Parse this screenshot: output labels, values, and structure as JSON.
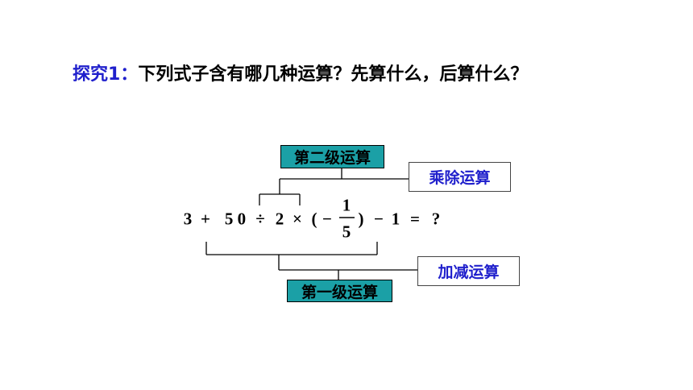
{
  "title": {
    "lead": "探究1：",
    "question": "下列式子含有哪几种运算？先算什么，后算什么？"
  },
  "labels": {
    "second_level": "第二级运算",
    "mult_div": "乘除运算",
    "add_sub": "加减运算",
    "first_level": "第一级运算"
  },
  "expression": {
    "t1": "3",
    "plus": "+",
    "t50": "5 0",
    "div": "÷",
    "t2": "2",
    "times": "×",
    "lparen": "(",
    "neg": "−",
    "frac_num": "1",
    "frac_den": "5",
    "rparen": ")",
    "minus": "−",
    "t1b": "1",
    "eq": "=",
    "q": "?"
  },
  "colors": {
    "accent_blue": "#1f1fcc",
    "teal": "#1ba0a6"
  }
}
